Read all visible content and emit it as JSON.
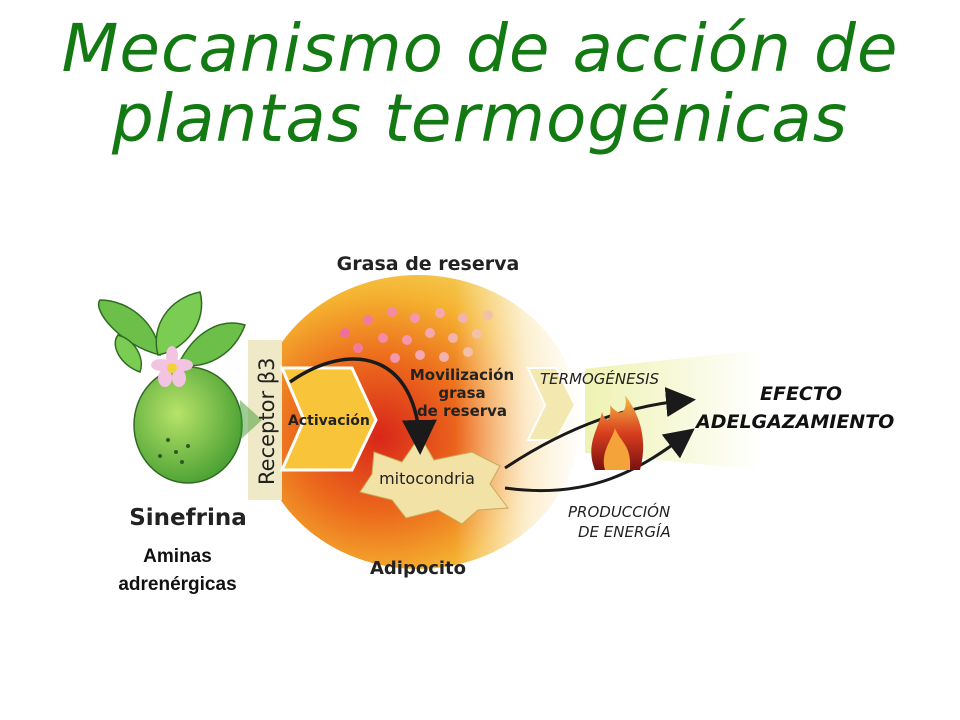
{
  "title": {
    "line1": "Mecanismo de acción de",
    "line2": "plantas termogénicas"
  },
  "labels": {
    "grasa_reserva": "Grasa de reserva",
    "receptor": "Receptor β3",
    "activacion": "Activación",
    "movilizacion_1": "Movilización",
    "movilizacion_2": "grasa",
    "movilizacion_3": "de reserva",
    "mitocondria": "mitocondria",
    "termogenesis": "TERMOGÉNESIS",
    "efecto_1": "EFECTO",
    "efecto_2": "ADELGAZAMIENTO",
    "produccion_1": "PRODUCCIÓN",
    "produccion_2": "DE ENERGÍA",
    "adipocito": "Adipocito",
    "sinefrina": "Sinefrina"
  },
  "annotation": {
    "line1": "Aminas",
    "line2": "adrenérgicas"
  },
  "colors": {
    "title": "#137a13",
    "fat_center": "#e2401a",
    "fat_edge": "#f5e07a",
    "arrow": "#1a1a1a"
  }
}
